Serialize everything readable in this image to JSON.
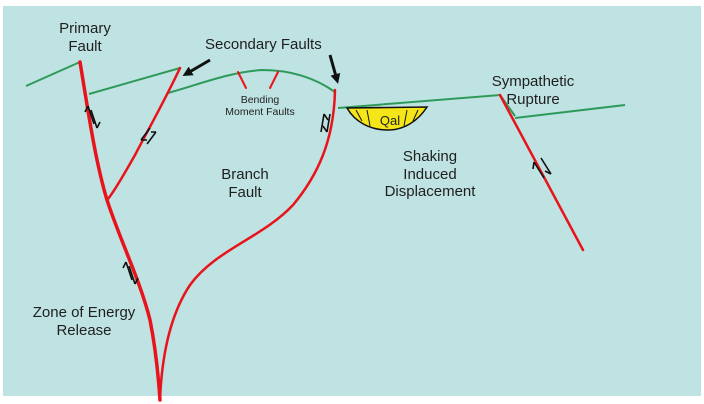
{
  "diagram": {
    "labels": {
      "primary_fault": "Primary\nFault",
      "secondary_faults": "Secondary Faults",
      "bending_moment_faults": "Bending\nMoment Faults",
      "branch_fault": "Branch\nFault",
      "shaking_induced": "Shaking\nInduced\nDisplacement",
      "sympathetic_rupture": "Sympathetic\nRupture",
      "zone_of_energy_release": "Zone of Energy\nRelease",
      "qal": "Qal"
    },
    "colors": {
      "background": "#bfe2e2",
      "fault": "#e8141c",
      "ground_surface": "#2e9a5a",
      "alluvium": "#f5e61a",
      "arrow": "#111111"
    }
  }
}
